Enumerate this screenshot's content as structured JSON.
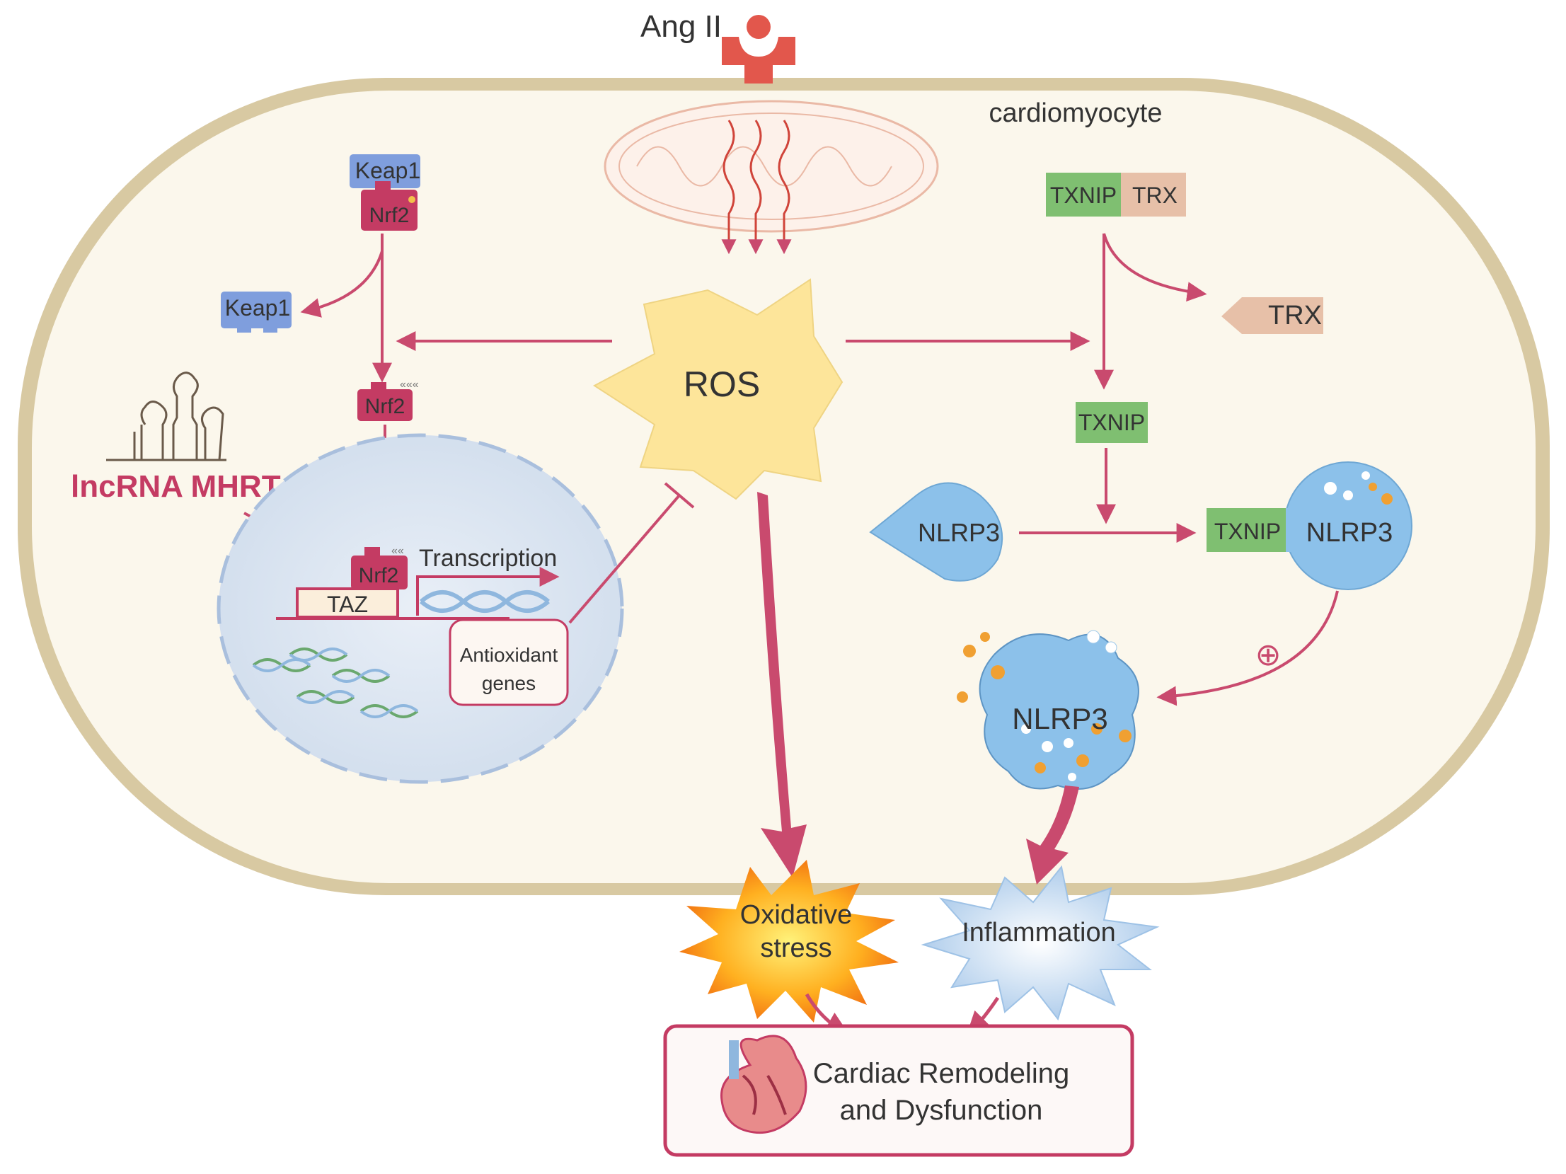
{
  "labels": {
    "ang2": "Ang II",
    "cell": "cardiomyocyte",
    "keap1_top": "Keap1",
    "nrf2_top": "Nrf2",
    "keap1_free": "Keap1",
    "nrf2_mid": "Nrf2",
    "nrf2_nucleus": "Nrf2",
    "lncrna": "lncRNA MHRT",
    "transcription": "Transcription",
    "taz": "TAZ",
    "antioxidant_line1": "Antioxidant",
    "antioxidant_line2": "genes",
    "ros": "ROS",
    "txnip_complex": "TXNIP",
    "trx_complex": "TRX",
    "trx_free": "TRX",
    "txnip_free": "TXNIP",
    "nlrp3_free": "NLRP3",
    "txnip_bound": "TXNIP",
    "nlrp3_bound": "NLRP3",
    "nlrp3_active": "NLRP3",
    "plus_sign": "⊕",
    "oxidative_line1": "Oxidative",
    "oxidative_line2": "stress",
    "inflammation": "Inflammation",
    "outcome_line1": "Cardiac Remodeling",
    "outcome_line2": "and Dysfunction"
  },
  "colors": {
    "arrow": "#c94a6e",
    "membrane": "#d8c9a2",
    "cytoplasm": "#fbf7ec",
    "nucleus": "#dfe8f3",
    "ros": "#fde59a",
    "keap1": "#7f9edd",
    "nrf2": "#c43b63",
    "txnip": "#7fbf71",
    "trx": "#e7c0a8",
    "nlrp3": "#8cc1ea",
    "receptor": "#e2574c",
    "lncrna_text": "#c43b63"
  },
  "icons": [
    "receptor-icon",
    "mitochondrion-icon",
    "rna-hairpin-icon",
    "dna-helix-icon",
    "heart-icon",
    "inhibition-bar-icon",
    "plus-circle-icon"
  ]
}
